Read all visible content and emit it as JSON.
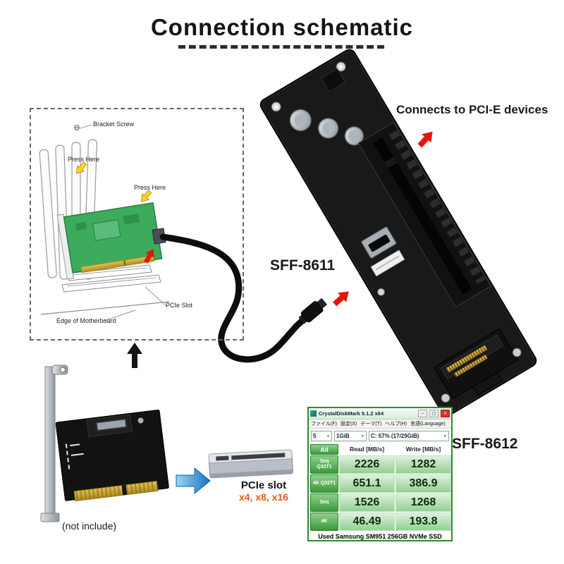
{
  "title": {
    "text": "Connection schematic"
  },
  "schematic": {
    "bracket_screw": "Bracket Screw",
    "press_here_1": "Press Here",
    "press_here_2": "Press Here",
    "pcie_slot": "PCIe Slot",
    "edge_of_motherboard": "Edge of Motherboard"
  },
  "labels": {
    "connects": "Connects to PCI-E devices",
    "sff8611": "SFF-8611",
    "sff8612": "SFF-8612",
    "not_include": "(not include)",
    "pcie_slot_title": "PCIe slot",
    "pcie_slot_sizes": "x4, x8, x16"
  },
  "benchmark": {
    "window_title": "CrystalDiskMark 5.1.2 x64",
    "window_icons": {
      "minimize": "–",
      "maximize": "▢",
      "close": "✕"
    },
    "menu": [
      "ファイル(F)",
      "設定(S)",
      "テーマ(T)",
      "ヘルプ(H)",
      "言語(Language)"
    ],
    "controls": {
      "test_count": "5",
      "test_size": "1GiB",
      "target_drive": "C: 57% (17/29GiB)",
      "dropdown_icon": "▼"
    },
    "table": {
      "all_button": "All",
      "read_header": "Read [MB/s]",
      "write_header": "Write [MB/s]",
      "rows": [
        {
          "label": "Seq Q32T1",
          "read": "2226",
          "write": "1282"
        },
        {
          "label": "4K Q32T1",
          "read": "651.1",
          "write": "386.9"
        },
        {
          "label": "Seq",
          "read": "1526",
          "write": "1268"
        },
        {
          "label": "4K",
          "read": "46.49",
          "write": "193.8"
        }
      ]
    },
    "footer": "Used Samsung SM951 256GB NVMe SSD"
  },
  "colors": {
    "arrow_red": "#e3170d",
    "arrow_blue": "#2f86d6",
    "arrow_yellow": "#ffd21f",
    "cdm_green": "#2e8b2e",
    "pcie_sizes_orange": "#e65c1a",
    "card_green": "#3cab5b"
  }
}
